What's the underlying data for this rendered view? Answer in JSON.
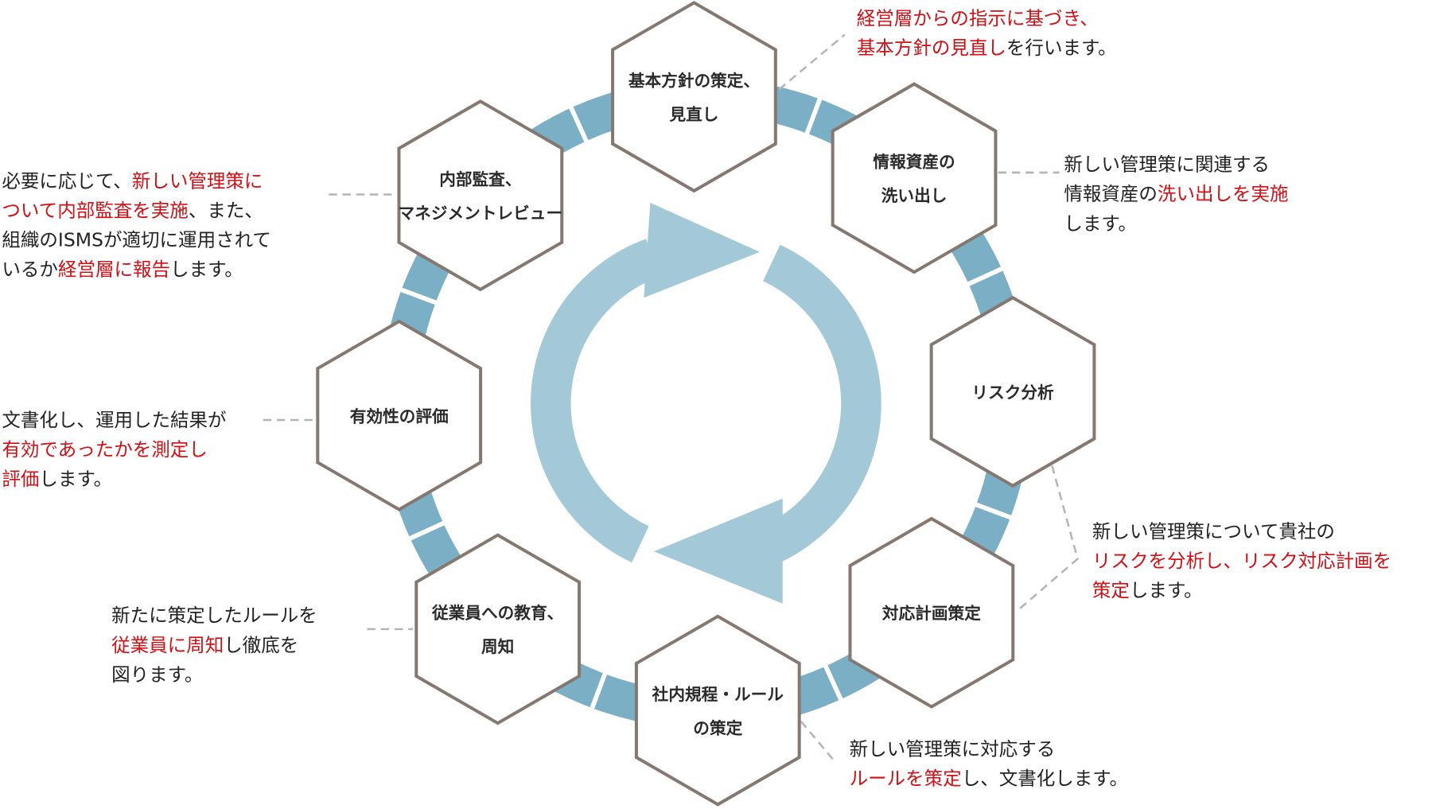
{
  "colors": {
    "ring": "#7aafc6",
    "arrow": "#a3c8d8",
    "hex_border": "#857870",
    "highlight": "#d10f14",
    "text": "#222222"
  },
  "steps": [
    {
      "id": "policy",
      "label": [
        "基本方針の策定、",
        "見直し"
      ],
      "description": [
        [
          {
            "t": "経営層からの指示に基づき、",
            "red": true
          }
        ],
        [
          {
            "t": "基本方針の見直し",
            "red": true
          },
          {
            "t": "を行います。"
          }
        ]
      ]
    },
    {
      "id": "asset",
      "label": [
        "情報資産の",
        "洗い出し"
      ],
      "description": [
        [
          {
            "t": "新しい管理策に関連する"
          }
        ],
        [
          {
            "t": "情報資産の"
          },
          {
            "t": "洗い出しを実施",
            "red": true
          }
        ],
        [
          {
            "t": "します。"
          }
        ]
      ]
    },
    {
      "id": "risk",
      "label": [
        "リスク分析"
      ],
      "description": [
        [
          {
            "t": "新しい管理策について貴社の"
          }
        ],
        [
          {
            "t": "リスクを分析し、リスク対応計画を",
            "red": true
          }
        ],
        [
          {
            "t": "策定",
            "red": true
          },
          {
            "t": "します。"
          }
        ]
      ]
    },
    {
      "id": "plan",
      "label": [
        "対応計画策定"
      ],
      "description": []
    },
    {
      "id": "rules",
      "label": [
        "社内規程・ルール",
        "の策定"
      ],
      "description": [
        [
          {
            "t": "新しい管理策に対応する"
          }
        ],
        [
          {
            "t": "ルールを策定",
            "red": true
          },
          {
            "t": "し、文書化します。"
          }
        ]
      ]
    },
    {
      "id": "education",
      "label": [
        "従業員への教育、",
        "周知"
      ],
      "description": [
        [
          {
            "t": "新たに策定したルールを"
          }
        ],
        [
          {
            "t": "従業員に周知",
            "red": true
          },
          {
            "t": "し徹底を"
          }
        ],
        [
          {
            "t": "図ります。"
          }
        ]
      ]
    },
    {
      "id": "effectiveness",
      "label": [
        "有効性の評価"
      ],
      "description": [
        [
          {
            "t": "文書化し、運用した結果が"
          }
        ],
        [
          {
            "t": "有効であったかを測定し",
            "red": true
          }
        ],
        [
          {
            "t": "評価",
            "red": true
          },
          {
            "t": "します。"
          }
        ]
      ]
    },
    {
      "id": "audit",
      "label": [
        "内部監査、",
        "マネジメントレビュー"
      ],
      "description": [
        [
          {
            "t": "必要に応じて、"
          },
          {
            "t": "新しい管理策に",
            "red": true
          }
        ],
        [
          {
            "t": "ついて内部監査を実施",
            "red": true
          },
          {
            "t": "、また、"
          }
        ],
        [
          {
            "t": "組織のISMSが適切に運用されて"
          }
        ],
        [
          {
            "t": "いるか"
          },
          {
            "t": "経営層に報告",
            "red": true
          },
          {
            "t": "します。"
          }
        ]
      ]
    }
  ]
}
